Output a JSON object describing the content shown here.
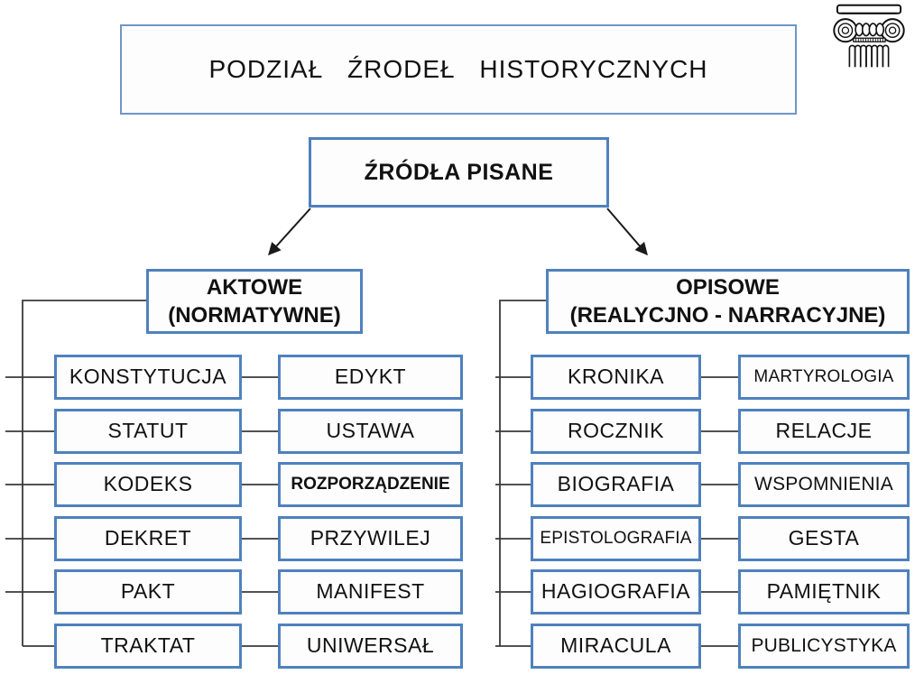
{
  "title": "PODZIAŁ ŹRODEŁ HISTORYCZNYCH",
  "root": {
    "label": "ŹRÓDŁA PISANE"
  },
  "left_branch": {
    "header_line1": "AKTOWE",
    "header_line2": "(NORMATYWNE)",
    "col1": [
      "KONSTYTUCJA",
      "STATUT",
      "KODEKS",
      "DEKRET",
      "PAKT",
      "TRAKTAT"
    ],
    "col2": [
      "EDYKT",
      "USTAWA",
      "ROZPORZĄDZENIE",
      "PRZYWILEJ",
      "MANIFEST",
      "UNIWERSAŁ"
    ]
  },
  "right_branch": {
    "header_line1": "OPISOWE",
    "header_line2": "(REALYCJNO - NARRACYJNE)",
    "col1": [
      "KRONIKA",
      "ROCZNIK",
      "BIOGRAFIA",
      "EPISTOLOGRAFIA",
      "HAGIOGRAFIA",
      "MIRACULA"
    ],
    "col2": [
      "MARTYROLOGIA",
      "RELACJE",
      "WSPOMNIENIA",
      "GESTA",
      "PAMIĘTNIK",
      "PUBLICYSTYKA"
    ]
  },
  "icons": {
    "corner": "ionic-column-icon"
  },
  "colors": {
    "box_border": "#4f81bd",
    "title_border": "#6e96c8",
    "connector_line": "#3a3a3a",
    "arrow": "#1a1a1a",
    "text": "#111111",
    "background": "#ffffff"
  }
}
